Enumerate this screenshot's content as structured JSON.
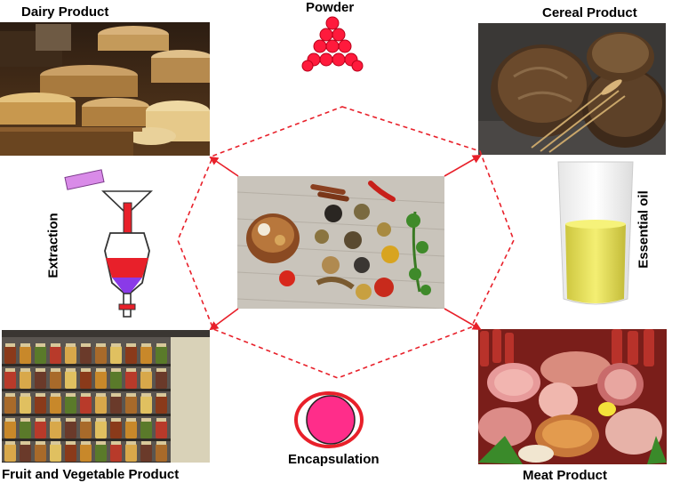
{
  "labels": {
    "dairy": "Dairy Product",
    "powder": "Powder",
    "cereal": "Cereal Product",
    "extraction": "Extraction",
    "essential_oil": "Essential oil",
    "fruit_veg": "Fruit and Vegetable Product",
    "encapsulation": "Encapsulation",
    "meat": "Meat Product"
  },
  "colors": {
    "arrow": "#e8202a",
    "powder": "#ff1a3c",
    "capsule_core": "#ff2d8a",
    "capsule_ring": "#e8202a",
    "oil": "#e8e23a"
  },
  "icons": {
    "center": "spices-photo",
    "dairy": "cheese-photo",
    "cereal": "bread-photo",
    "fruit_veg": "jar-shelf-photo",
    "meat": "meat-platter-photo",
    "powder": "particle-pyramid-icon",
    "extraction": "separatory-funnel-icon",
    "essential_oil": "oil-beaker-icon",
    "encapsulation": "capsule-icon"
  }
}
